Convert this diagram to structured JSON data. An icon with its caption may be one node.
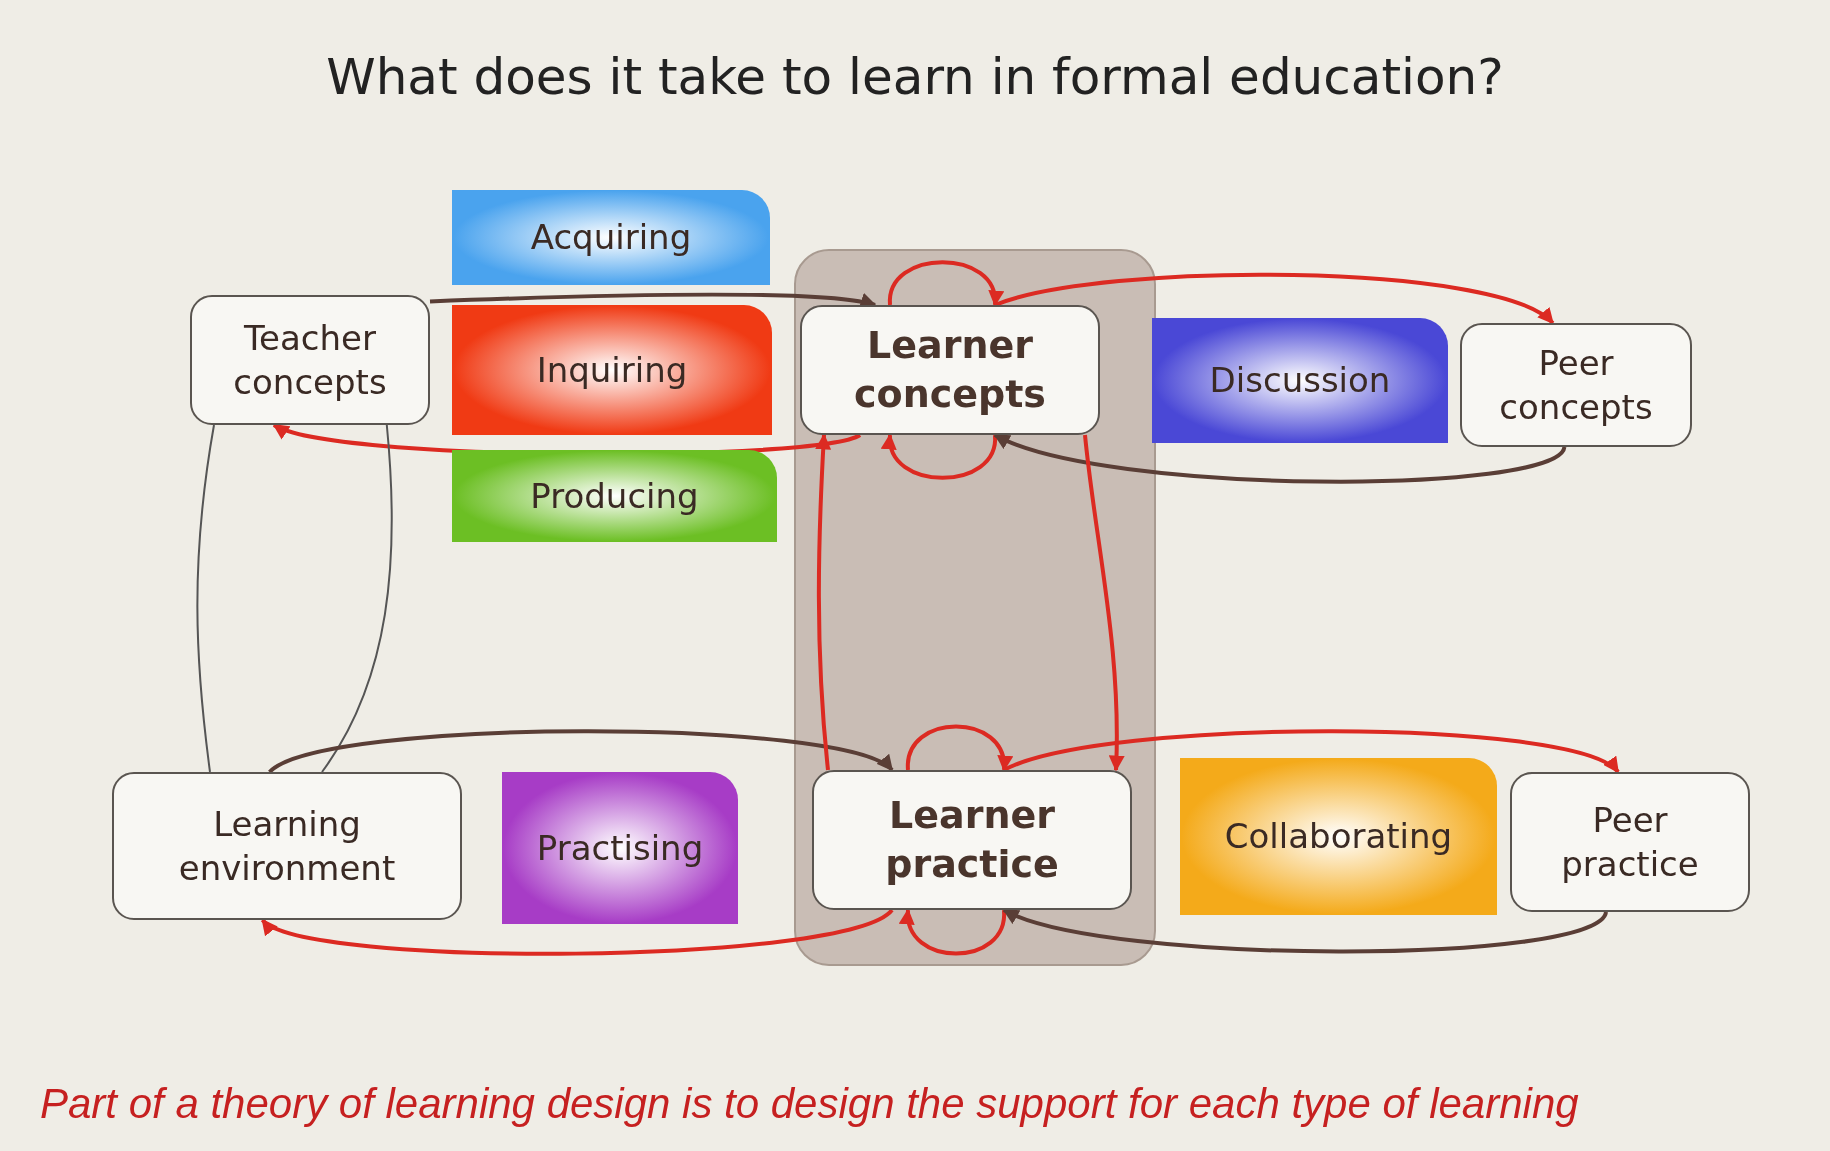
{
  "diagram": {
    "title": "What does it take to learn in formal education?",
    "caption": "Part of a theory of learning design is to design the support for each type of learning",
    "nodes": [
      {
        "text": [
          "Teacher concepts"
        ]
      },
      {
        "text": [
          "Acquiring"
        ]
      },
      {
        "text": [
          "Inquiring"
        ]
      },
      {
        "text": [
          "Producing"
        ]
      },
      {
        "text": [
          "Learner concepts"
        ]
      },
      {
        "text": [
          "Discussion"
        ]
      },
      {
        "text": [
          "Peer concepts"
        ]
      },
      {
        "text": [
          "Learning environment"
        ]
      },
      {
        "text": [
          "Practising"
        ]
      },
      {
        "text": [
          "Learner practice"
        ]
      },
      {
        "text": [
          "Collaborating"
        ]
      },
      {
        "text": [
          "Peer practice"
        ]
      }
    ],
    "edges": [
      {
        "from": 0,
        "to": 4,
        "arrow": "to",
        "color": "#5a3e36"
      },
      {
        "from": 4,
        "to": 0,
        "arrow": "to"
      },
      {
        "from": 4,
        "to": 4,
        "arrow": "to"
      },
      {
        "from": 4,
        "to": 4,
        "arrow": "to"
      },
      {
        "from": 4,
        "to": 6,
        "arrow": "to"
      },
      {
        "from": 6,
        "to": 4,
        "arrow": "to",
        "color": "#5a3e36"
      },
      {
        "from": 0,
        "to": 7,
        "arrow": "none",
        "color": "#555555"
      },
      {
        "from": 0,
        "to": 7,
        "arrow": "none",
        "color": "#555555"
      },
      {
        "from": 7,
        "to": 9,
        "arrow": "to",
        "color": "#5a3e36"
      },
      {
        "from": 9,
        "to": 7,
        "arrow": "to"
      },
      {
        "from": 9,
        "to": 9,
        "arrow": "to"
      },
      {
        "from": 9,
        "to": 9,
        "arrow": "to"
      },
      {
        "from": 9,
        "to": 11,
        "arrow": "to"
      },
      {
        "from": 11,
        "to": 9,
        "arrow": "to",
        "color": "#5a3e36"
      },
      {
        "from": 9,
        "to": 4,
        "arrow": "to"
      },
      {
        "from": 4,
        "to": 9,
        "arrow": "to"
      }
    ]
  }
}
